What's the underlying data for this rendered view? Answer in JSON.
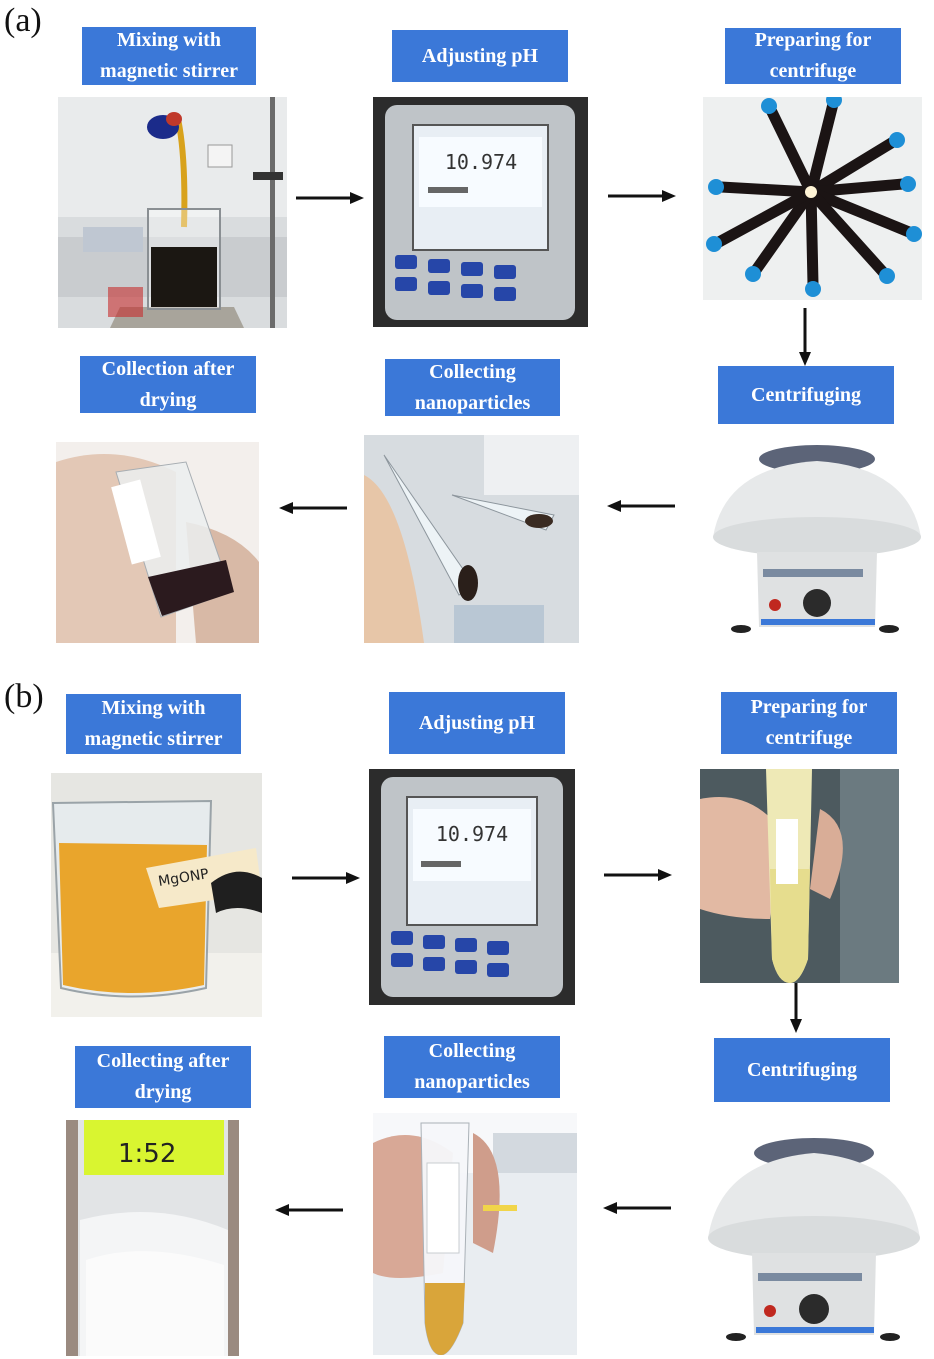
{
  "panels": [
    {
      "letter": "(a)",
      "steps": {
        "mix": "Mixing with\nmagnetic stirrer",
        "ph": "Adjusting pH",
        "prep": "Preparing for\ncentrifuge",
        "centrifuge": "Centrifuging",
        "collect": "Collecting\nnanoparticles",
        "dry": "Collection after\ndrying"
      },
      "meter_reading": "10.974"
    },
    {
      "letter": "(b)",
      "steps": {
        "mix": "Mixing with\nmagnetic stirrer",
        "ph": "Adjusting pH",
        "prep": "Preparing  for\ncentrifuge",
        "centrifuge": "Centrifuging",
        "collect": "Collecting\nnanoparticles",
        "dry": "Collecting after\ndrying"
      },
      "meter_reading": "10.974"
    }
  ],
  "colors": {
    "label_bg": "#3b78d8",
    "label_text": "#ffffff",
    "arrow": "#111111"
  }
}
